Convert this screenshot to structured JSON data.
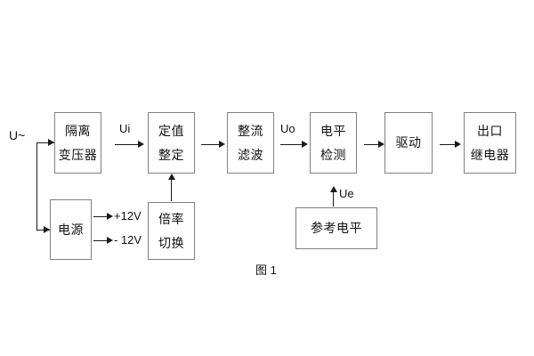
{
  "figure": {
    "caption": "图 1",
    "background_color": "#ffffff",
    "box_border_color": "#808080",
    "line_color": "#1a1a1a",
    "text_color": "#111111"
  },
  "blocks": [
    {
      "id": "isolation-transformer",
      "lines": [
        "隔离",
        "变压器"
      ]
    },
    {
      "id": "setting-value",
      "lines": [
        "定值",
        "整定"
      ]
    },
    {
      "id": "rectify-filter",
      "lines": [
        "整流",
        "滤波"
      ]
    },
    {
      "id": "level-detect",
      "lines": [
        "电平",
        "检测"
      ]
    },
    {
      "id": "drive",
      "lines": [
        "驱动"
      ]
    },
    {
      "id": "output-relay",
      "lines": [
        "出口",
        "继电器"
      ]
    },
    {
      "id": "power-supply",
      "lines": [
        "电源"
      ]
    },
    {
      "id": "multiplier-switch",
      "lines": [
        "倍率",
        "切换"
      ]
    },
    {
      "id": "reference-level",
      "lines": [
        "参考电平"
      ]
    }
  ],
  "signals": {
    "input_source": "U~",
    "ui": "Ui",
    "uo": "Uo",
    "ue": "Ue",
    "rail_positive": "+12V",
    "rail_negative": "- 12V"
  }
}
